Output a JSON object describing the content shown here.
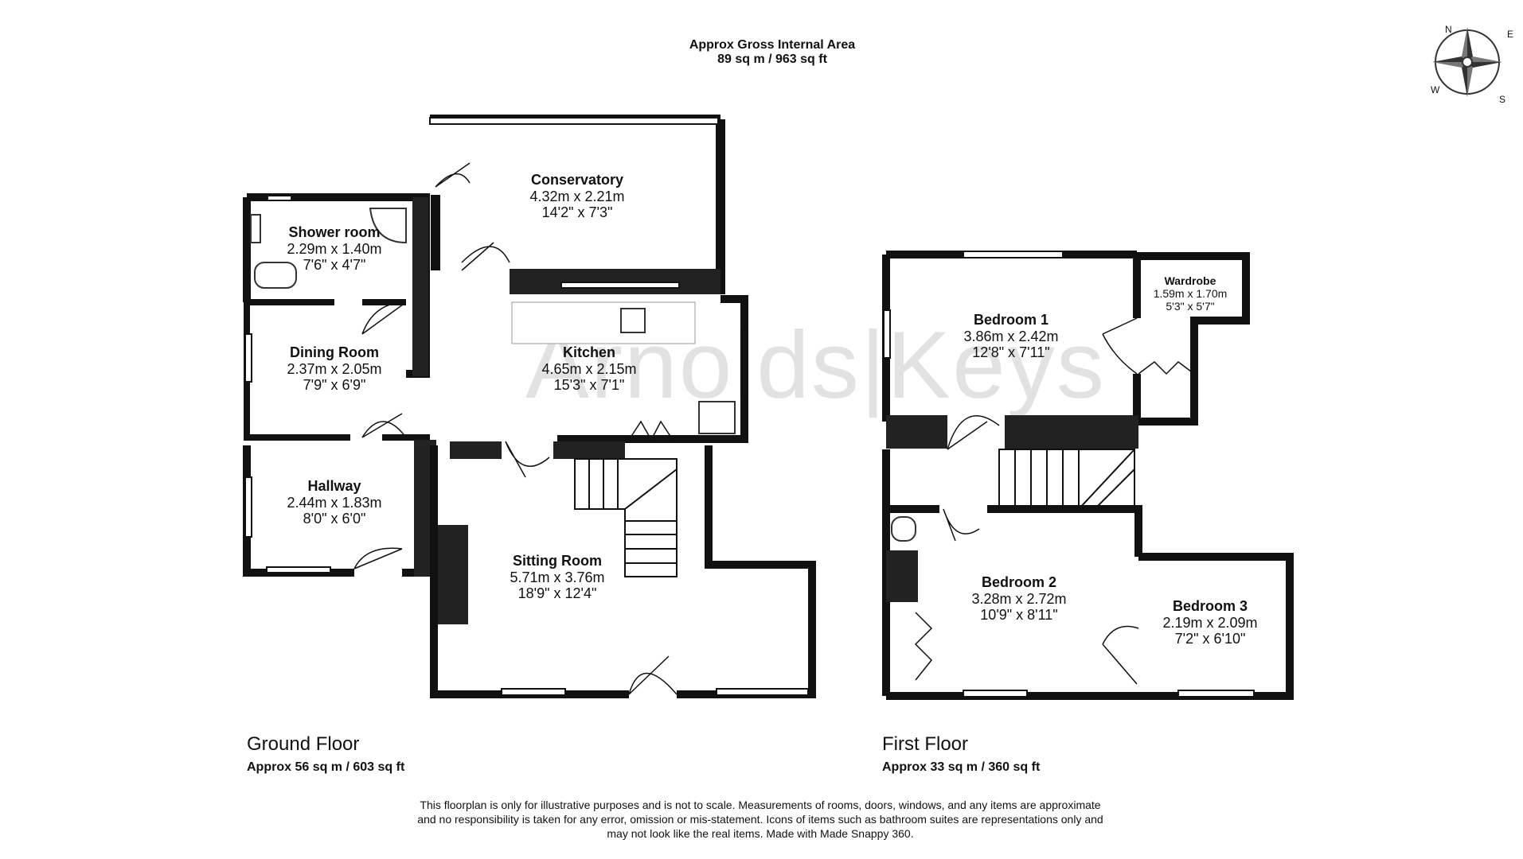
{
  "header": {
    "gross_title": "Approx Gross Internal Area",
    "gross_value": "89 sq m / 963 sq ft"
  },
  "watermark": "Arnolds|Keys",
  "compass": {
    "n": "N",
    "e": "E",
    "s": "S",
    "w": "W"
  },
  "ground_floor": {
    "label": "Ground Floor",
    "area": "Approx 56 sq m / 603 sq ft",
    "rooms": {
      "conservatory": {
        "name": "Conservatory",
        "metric": "4.32m x 2.21m",
        "imperial": "14'2\" x 7'3\""
      },
      "shower_room": {
        "name": "Shower room",
        "metric": "2.29m x 1.40m",
        "imperial": "7'6\" x 4'7\""
      },
      "dining_room": {
        "name": "Dining Room",
        "metric": "2.37m x 2.05m",
        "imperial": "7'9\" x 6'9\""
      },
      "kitchen": {
        "name": "Kitchen",
        "metric": "4.65m x 2.15m",
        "imperial": "15'3\" x 7'1\""
      },
      "hallway": {
        "name": "Hallway",
        "metric": "2.44m x 1.83m",
        "imperial": "8'0\" x 6'0\""
      },
      "sitting_room": {
        "name": "Sitting Room",
        "metric": "5.71m x 3.76m",
        "imperial": "18'9\" x 12'4\""
      }
    }
  },
  "first_floor": {
    "label": "First Floor",
    "area": "Approx 33 sq m / 360 sq ft",
    "rooms": {
      "bedroom_1": {
        "name": "Bedroom 1",
        "metric": "3.86m x 2.42m",
        "imperial": "12'8\" x 7'11\""
      },
      "wardrobe": {
        "name": "Wardrobe",
        "metric": "1.59m x 1.70m",
        "imperial": "5'3\" x 5'7\""
      },
      "bedroom_2": {
        "name": "Bedroom 2",
        "metric": "3.28m x 2.72m",
        "imperial": "10'9\" x 8'11\""
      },
      "bedroom_3": {
        "name": "Bedroom 3",
        "metric": "2.19m x 2.09m",
        "imperial": "7'2\" x 6'10\""
      }
    }
  },
  "disclaimer": [
    "This floorplan is only for illustrative purposes and is not to scale. Measurements of rooms, doors, windows, and any items are approximate",
    "and no responsibility is taken for any error, omission or mis-statement. Icons of items such as bathroom suites are representations only and",
    "may not look like the real items. Made with Made Snappy 360."
  ]
}
